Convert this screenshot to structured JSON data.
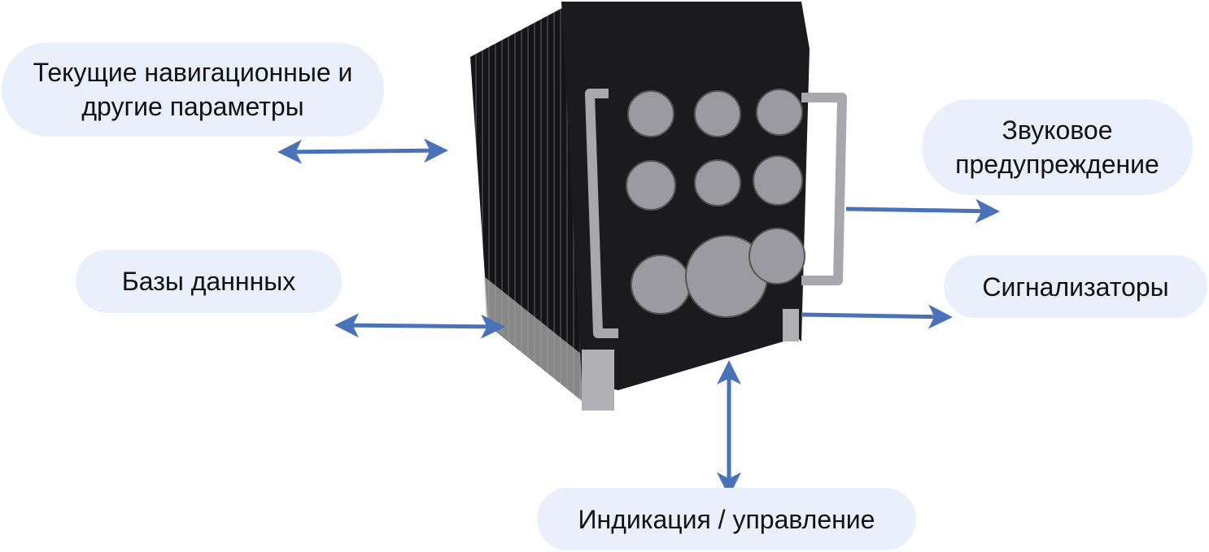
{
  "labels": {
    "nav_params": "Текущие навигационные и другие параметры",
    "sound_warning": "Звуковое предупреждение",
    "databases": "Базы даннных",
    "signalers": "Сигнализаторы",
    "indication_control": "Индикация / управление"
  },
  "colors": {
    "pill": "#e9f0fb",
    "arrow": "#4a72b8",
    "device": "#1b1b1d"
  }
}
